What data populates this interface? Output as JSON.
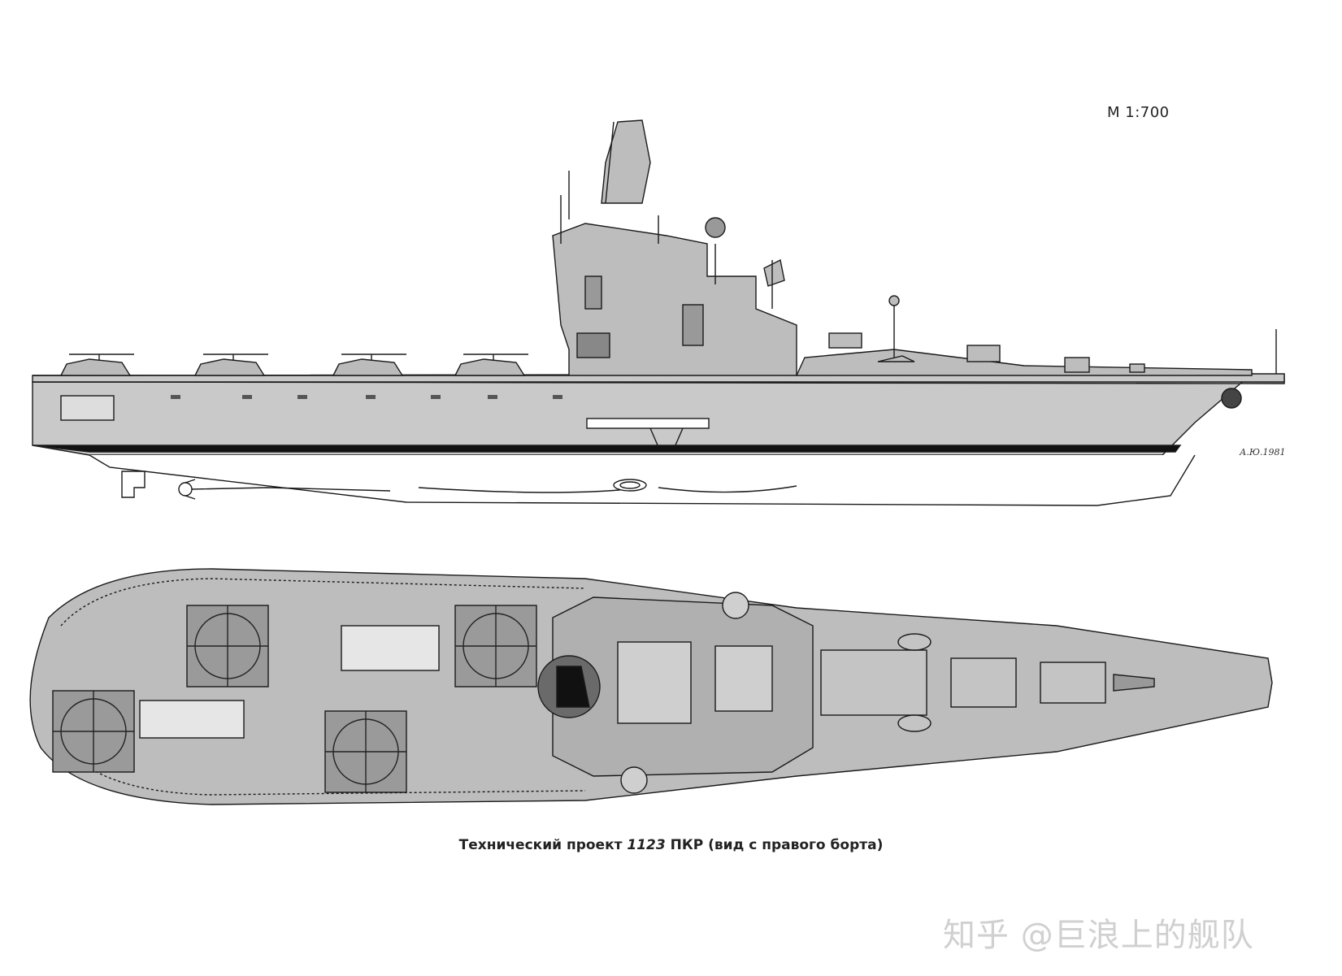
{
  "scale": "М 1:700",
  "caption": {
    "prefix": "Технический проект ",
    "number": "1123",
    "suffix": " ПКР (вид с правого борта)"
  },
  "signature": "А.Ю.1981",
  "watermark": "知乎 @巨浪上的舰队",
  "colors": {
    "hull": "#c9c9c9",
    "deck": "#bdbdbd",
    "pad": "#9a9a9a",
    "line": "#1a1a1a",
    "boot_stripe": "#111111"
  }
}
